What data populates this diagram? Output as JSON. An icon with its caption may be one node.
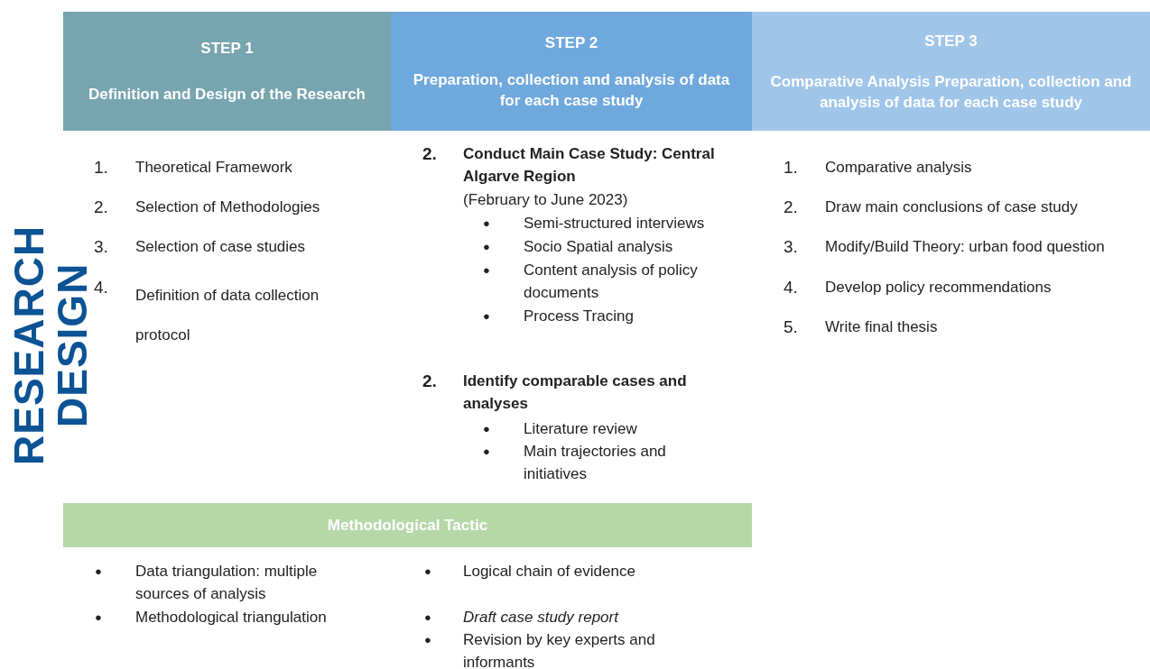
{
  "diagram": {
    "nodes": [
      {
        "text": [
          "STEP 1",
          "Definition and Design of the Research"
        ]
      },
      {
        "text": [
          "STEP 2",
          "Preparation, collection and analysis of data for each case study"
        ]
      },
      {
        "text": [
          "STEP 3",
          "Comparative Analysis Preparation, collection and analysis of data for each case study"
        ]
      },
      {
        "text": [
          "Methodological Tactic"
        ]
      }
    ],
    "edges": [],
    "labels": [
      "RESEARCH DESIGN",
      "1.",
      "Theoretical Framework",
      "2.",
      "Selection of Methodologies",
      "3.",
      "Selection of case studies",
      "4.",
      "Definition of data collection protocol",
      "2.",
      "Conduct Main Case Study: Central Algarve Region",
      "(February to June 2023)",
      "●",
      "Semi-structured interviews",
      "●",
      "Socio Spatial analysis",
      "●",
      "Content analysis of policy documents",
      "●",
      "Process Tracing",
      "2.",
      "Identify comparable cases and analyses",
      "●",
      "Literature review",
      "●",
      "Main trajectories and initiatives",
      "1.",
      "Comparative analysis",
      "2.",
      "Draw main conclusions of case study",
      "3.",
      "Modify/Build Theory: urban food question",
      "4.",
      "Develop policy recommendations",
      "5.",
      "Write final thesis",
      "●",
      "Data triangulation: multiple sources of analysis",
      "●",
      "Methodological triangulation",
      "●",
      "Logical chain of evidence",
      "●",
      "Draft case study report",
      "●",
      "Revision by key experts and informants"
    ]
  }
}
